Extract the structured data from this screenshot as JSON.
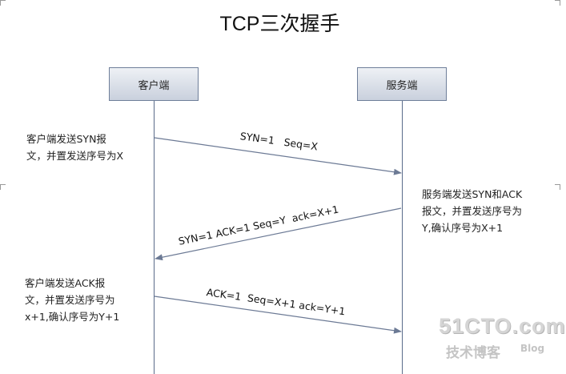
{
  "title": "TCP三次握手",
  "nodes": {
    "client": "客户端",
    "server": "服务端"
  },
  "notes": {
    "client_syn": [
      "客户端发送SYN报",
      "文，并置发送序号为X"
    ],
    "server_synack": [
      "服务端发送SYN和ACK",
      "报文，并置发送序号为",
      "Y,确认序号为X+1"
    ],
    "client_ack": [
      "客户端发送ACK报",
      "文，并置发送序号为",
      "x+1,确认序号为Y+1"
    ]
  },
  "messages": [
    {
      "label": "SYN=1   Seq=X",
      "from": "client",
      "to": "server"
    },
    {
      "label": "SYN=1 ACK=1 Seq=Y  ack=X+1",
      "from": "server",
      "to": "client"
    },
    {
      "label": "ACK=1  Seq=X+1 ack=Y+1",
      "from": "client",
      "to": "server"
    }
  ],
  "watermark": {
    "site": "51CTO.com",
    "sub1": "技术博客",
    "sub2": "Blog"
  },
  "colors": {
    "arrow": "#6c7a95",
    "box_border": "#6f7f9a"
  }
}
